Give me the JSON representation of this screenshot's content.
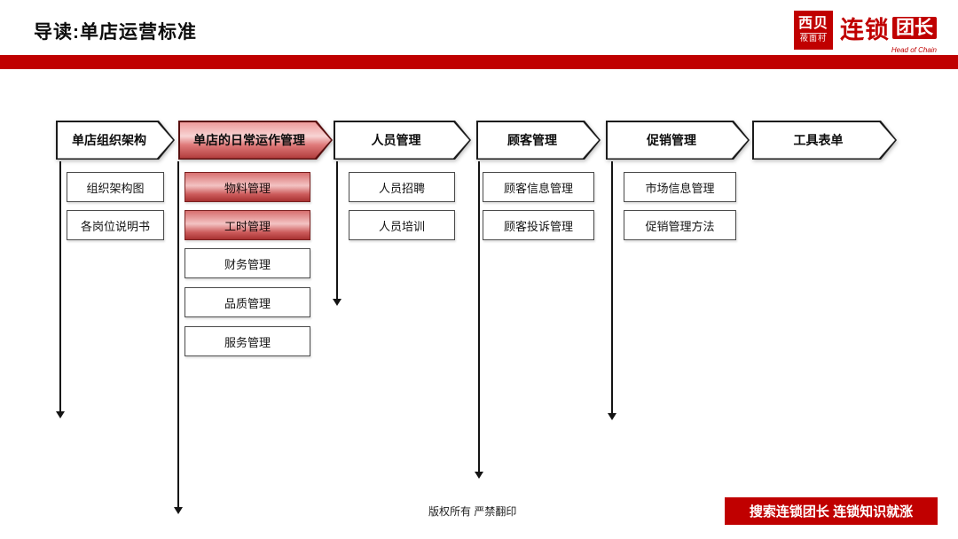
{
  "slide": {
    "title": "导读:单店运营标准",
    "copyright": "版权所有 严禁翻印",
    "promo_banner": "搜索连锁团长 连锁知识就涨"
  },
  "logo": {
    "square_line1": "西贝",
    "square_line2": "莜面村",
    "chain": "连锁",
    "badge": "团长",
    "subtitle": "Head of Chain"
  },
  "colors": {
    "accent_red": "#c00000",
    "highlight_top": "#ee9a9a",
    "highlight_mid": "#f8d4d4",
    "highlight_bottom": "#b03b3b"
  },
  "flow": {
    "columns": [
      {
        "header": "单店组织架构",
        "items": [
          "组织架构图",
          "各岗位说明书"
        ]
      },
      {
        "header": "单店的日常运作管理",
        "items": [
          "物料管理",
          "工时管理",
          "财务管理",
          "品质管理",
          "服务管理"
        ]
      },
      {
        "header": "人员管理",
        "items": [
          "人员招聘",
          "人员培训"
        ]
      },
      {
        "header": "顾客管理",
        "items": [
          "顾客信息管理",
          "顾客投诉管理"
        ]
      },
      {
        "header": "促销管理",
        "items": [
          "市场信息管理",
          "促销管理方法"
        ]
      },
      {
        "header": "工具表单",
        "items": []
      }
    ]
  }
}
